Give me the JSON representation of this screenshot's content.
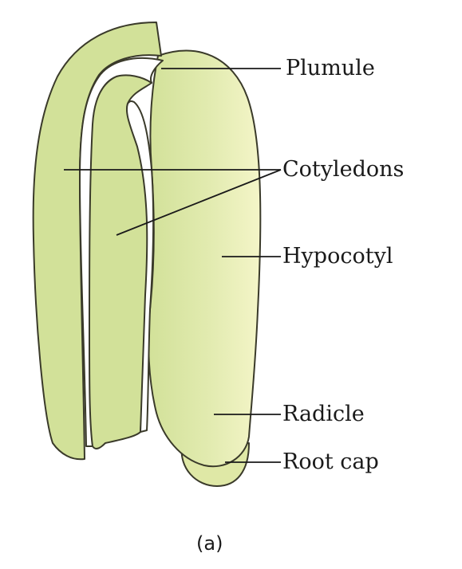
{
  "diagram": {
    "labels": {
      "plumule": "Plumule",
      "cotyledons": "Cotyledons",
      "hypocotyl": "Hypocotyl",
      "radicle": "Radicle",
      "root_cap": "Root cap"
    },
    "caption": "(a)",
    "colors": {
      "fill_dark": "#d2e199",
      "fill_light": "#f3f5c6",
      "outline": "#3a3a2a",
      "leader_line": "#1a1a1a"
    }
  }
}
